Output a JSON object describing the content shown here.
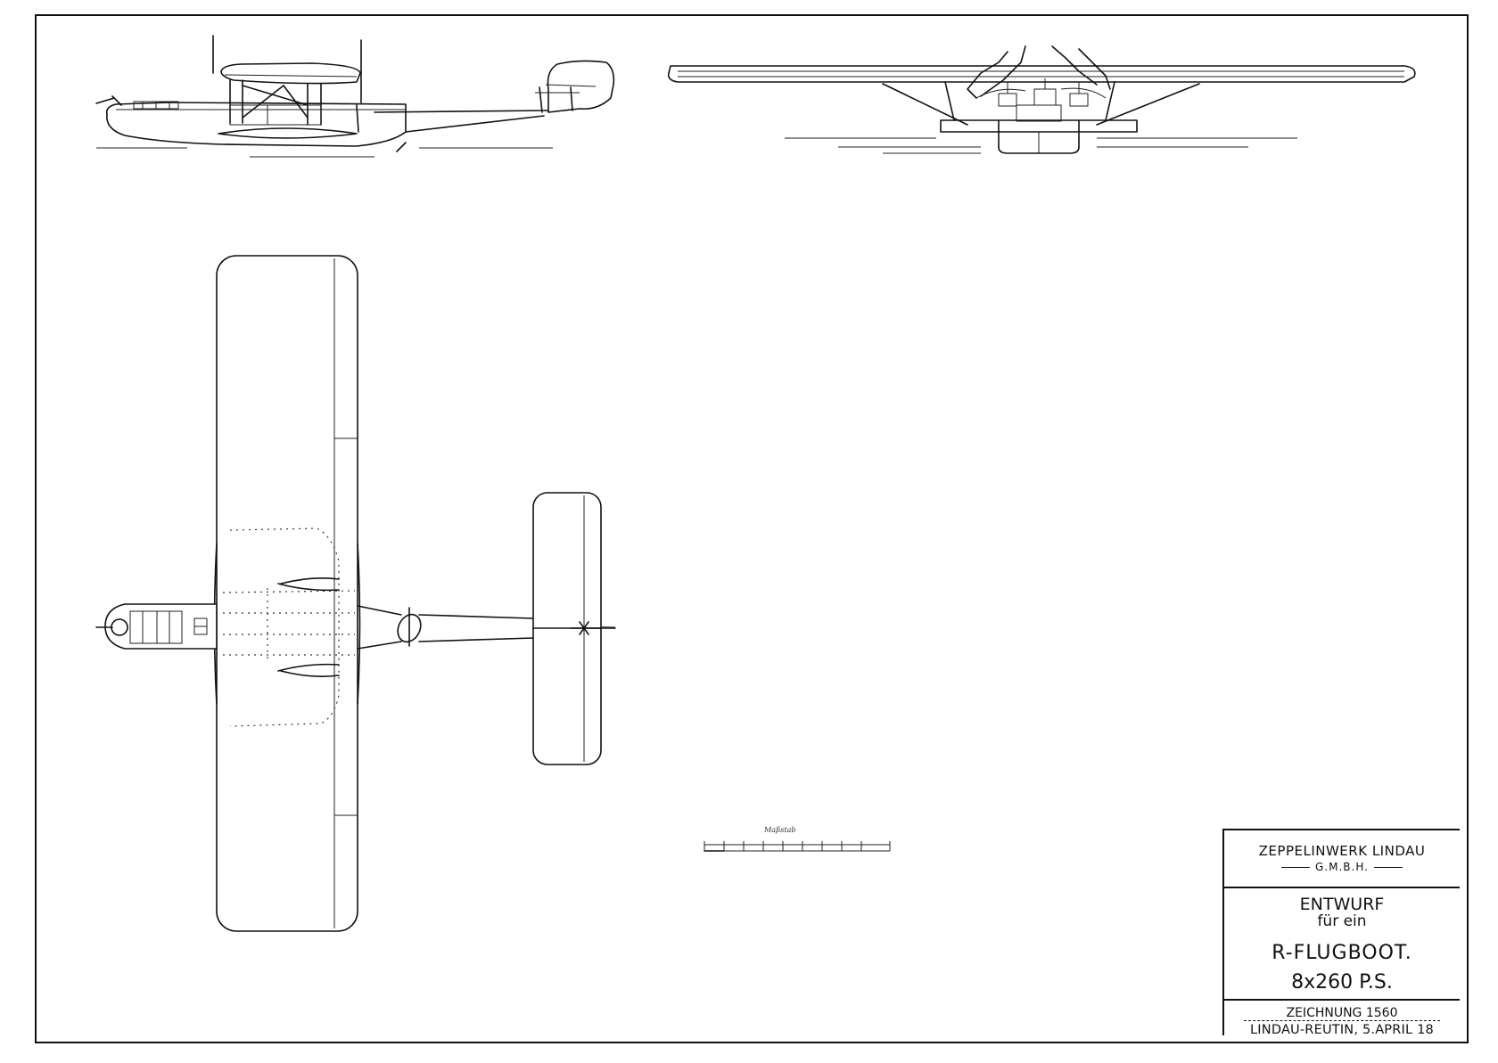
{
  "title_block": {
    "company": "ZEPPELINWERK LINDAU",
    "company_form": "G.M.B.H.",
    "design_label": "ENTWURF",
    "design_for": "für ein",
    "subject": "R-FLUGBOOT.",
    "power": "8x260 P.S.",
    "drawing_number": "ZEICHNUNG 1560",
    "place_date": "LINDAU-REUTIN, 5.APRIL 18"
  },
  "scale_bar": {
    "label": "Maßstab"
  },
  "views": {
    "side": "side-elevation-view",
    "front": "front-elevation-view",
    "plan": "plan-view"
  }
}
